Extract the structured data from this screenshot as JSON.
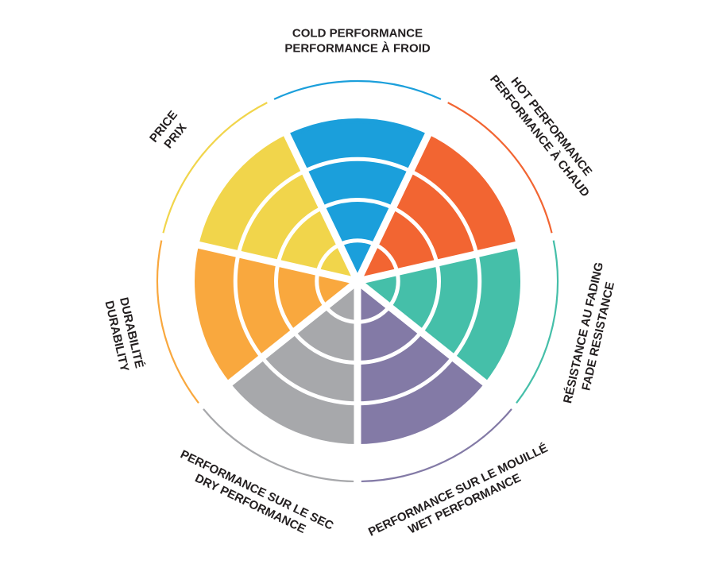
{
  "chart_data": {
    "type": "polar-area",
    "rings": 4,
    "categories": [
      {
        "id": "cold",
        "label_lines": [
          "COLD PERFORMANCE",
          "PERFORMANCE À FROID"
        ],
        "value": 4,
        "color": "#1b9fdb"
      },
      {
        "id": "hot",
        "label_lines": [
          "HOT PERFORMANCE",
          "PERFORMANCE À CHAUD"
        ],
        "value": 4,
        "color": "#f26532"
      },
      {
        "id": "fade",
        "label_lines": [
          "RÉSISTANCE AU FADING",
          "FADE RESISTANCE"
        ],
        "value": 4,
        "color": "#45bfa9"
      },
      {
        "id": "wet",
        "label_lines": [
          "PERFORMANCE SUR LE MOUILLÉ",
          "WET PERFORMANCE"
        ],
        "value": 4,
        "color": "#837aa6"
      },
      {
        "id": "dry",
        "label_lines": [
          "PERFORMANCE SUR LE SEC",
          "DRY PERFORMANCE"
        ],
        "value": 4,
        "color": "#a7a8ab"
      },
      {
        "id": "durability",
        "label_lines": [
          "DURABILITÉ",
          "DURABILITY"
        ],
        "value": 4,
        "color": "#f9a83e"
      },
      {
        "id": "price",
        "label_lines": [
          "PRICE",
          "PRIX"
        ],
        "value": 4,
        "color": "#f1d54b"
      }
    ]
  }
}
